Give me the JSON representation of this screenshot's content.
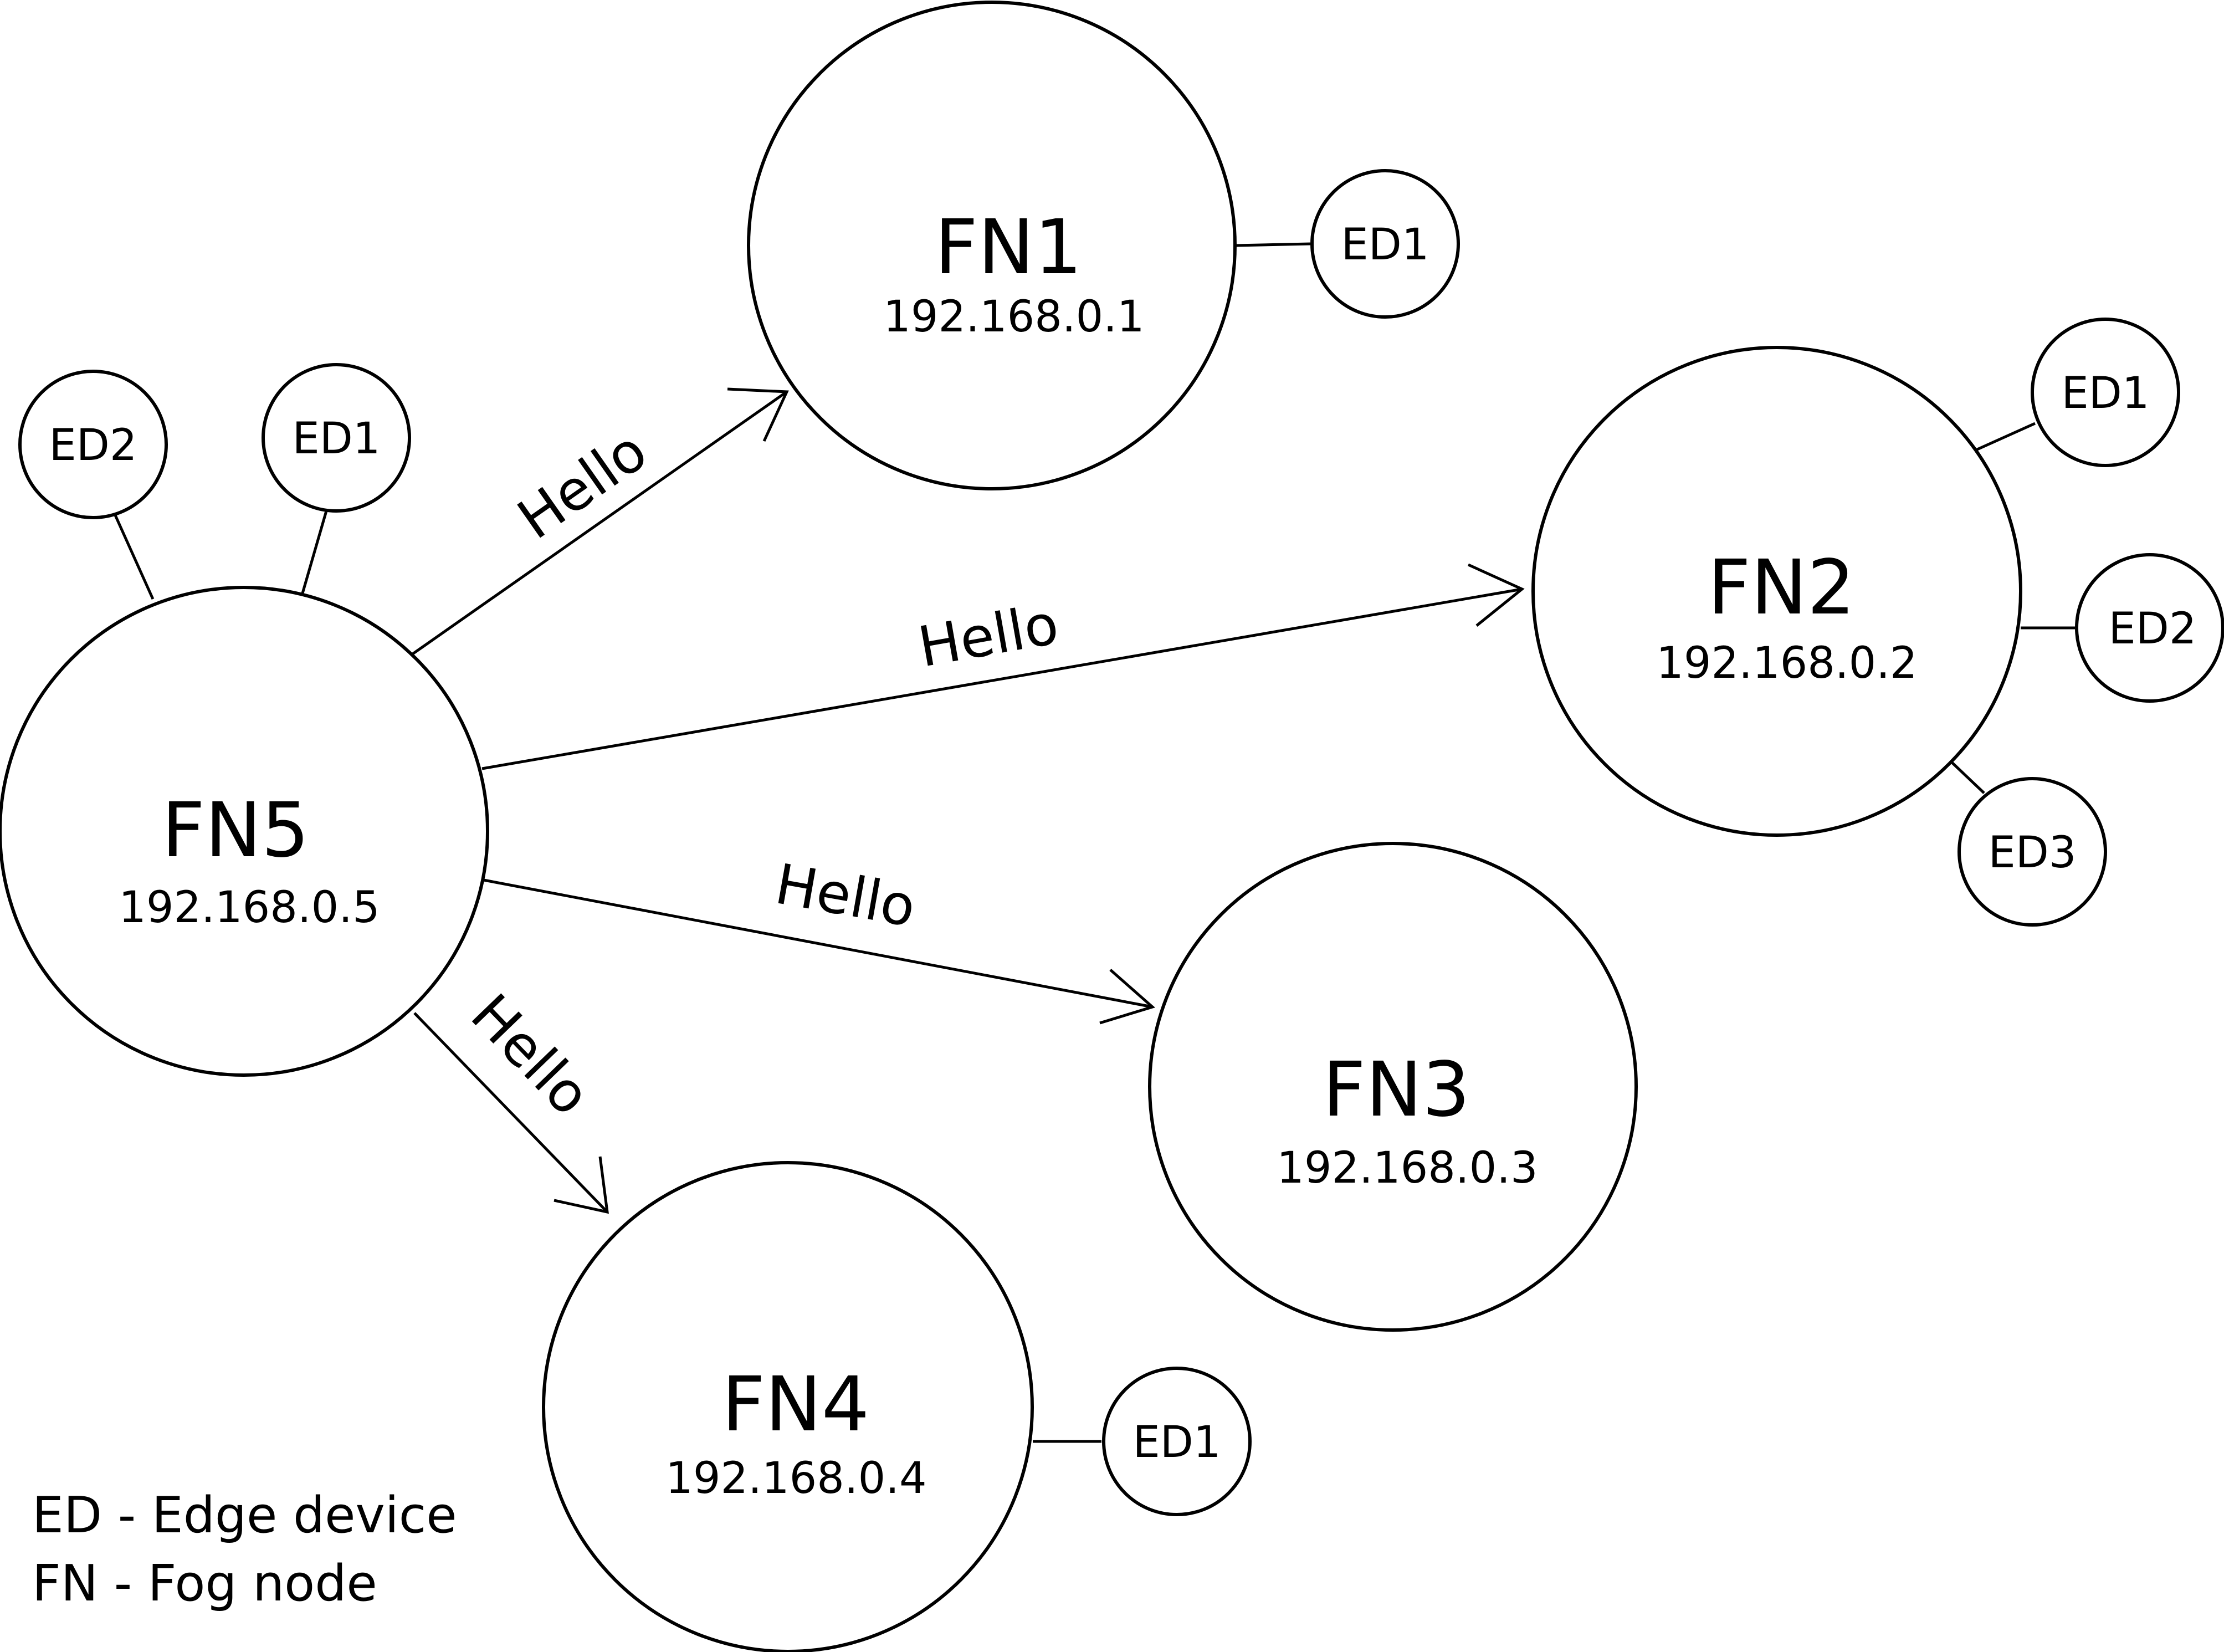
{
  "fog_nodes": [
    {
      "name": "FN1",
      "ip": "192.168.0.1"
    },
    {
      "name": "FN2",
      "ip": "192.168.0.2"
    },
    {
      "name": "FN3",
      "ip": "192.168.0.3"
    },
    {
      "name": "FN4",
      "ip": "192.168.0.4"
    },
    {
      "name": "FN5",
      "ip": "192.168.0.5"
    }
  ],
  "edge_devices": {
    "fn1": [
      "ED1"
    ],
    "fn2": [
      "ED1",
      "ED2",
      "ED3"
    ],
    "fn4": [
      "ED1"
    ],
    "fn5": [
      "ED2",
      "ED1"
    ]
  },
  "messages": {
    "to_fn1": "Hello",
    "to_fn2": "Hello",
    "to_fn3": "Hello",
    "to_fn4": "Hello"
  },
  "legend": [
    "ED - Edge device",
    "FN - Fog node"
  ]
}
